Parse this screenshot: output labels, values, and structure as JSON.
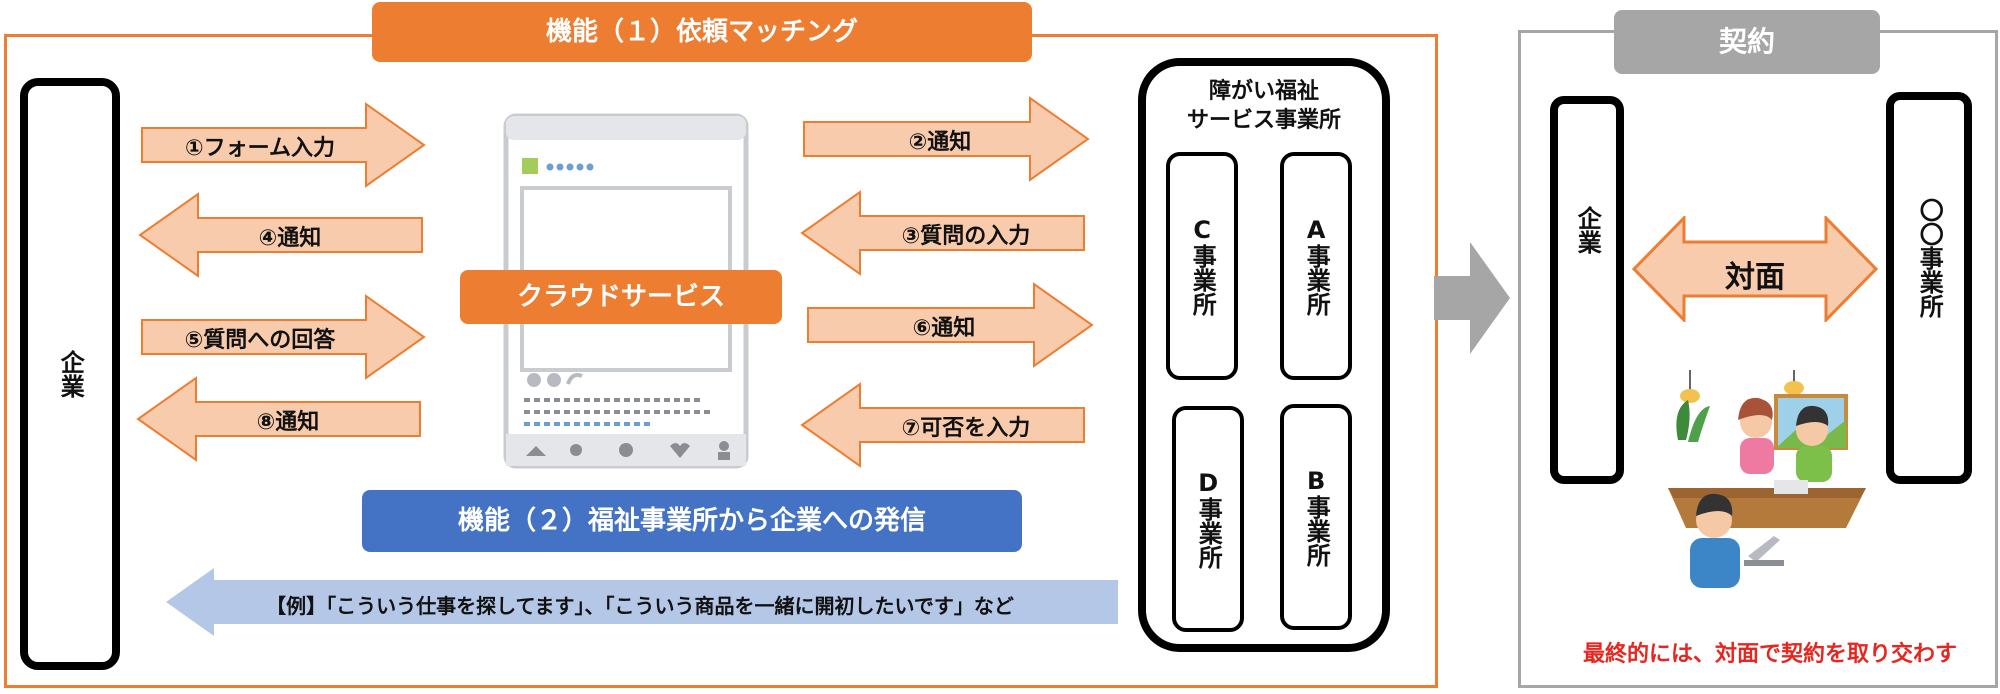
{
  "function1": {
    "title": "機能（１）依頼マッチング"
  },
  "function2": {
    "title": "機能（２）福祉事業所から企業への発信"
  },
  "company_label": "企業",
  "cloud_service_label": "クラウドサービス",
  "arrows_left": [
    {
      "label": "①フォーム入力",
      "direction": "right"
    },
    {
      "label": "④通知",
      "direction": "left"
    },
    {
      "label": "⑤質問への回答",
      "direction": "right"
    },
    {
      "label": "⑧通知",
      "direction": "left"
    }
  ],
  "arrows_right": [
    {
      "label": "②通知",
      "direction": "right"
    },
    {
      "label": "③質問の入力",
      "direction": "left"
    },
    {
      "label": "⑥通知",
      "direction": "right"
    },
    {
      "label": "⑦可否を入力",
      "direction": "left"
    }
  ],
  "welfare": {
    "title_line1": "障がい福祉",
    "title_line2": "サービス事業所",
    "offices": [
      "C事業所",
      "A事業所",
      "D事業所",
      "B事業所"
    ]
  },
  "broadcast_example": "【例】「こういう仕事を探してます」、「こういう商品を一緒に開初したいです」など",
  "contract": {
    "title": "契約",
    "company_label": "企業",
    "office_label": "〇〇事業所",
    "face_to_face": "対面",
    "note": "最終的には、対面で契約を取り交わす"
  },
  "colors": {
    "orange": "#ed7d31",
    "arrow_fill": "#f8cbad",
    "gray": "#a6a6a6",
    "blue": "#4472c4",
    "light_blue": "#b4c7e7",
    "red_text": "#e8261f"
  }
}
